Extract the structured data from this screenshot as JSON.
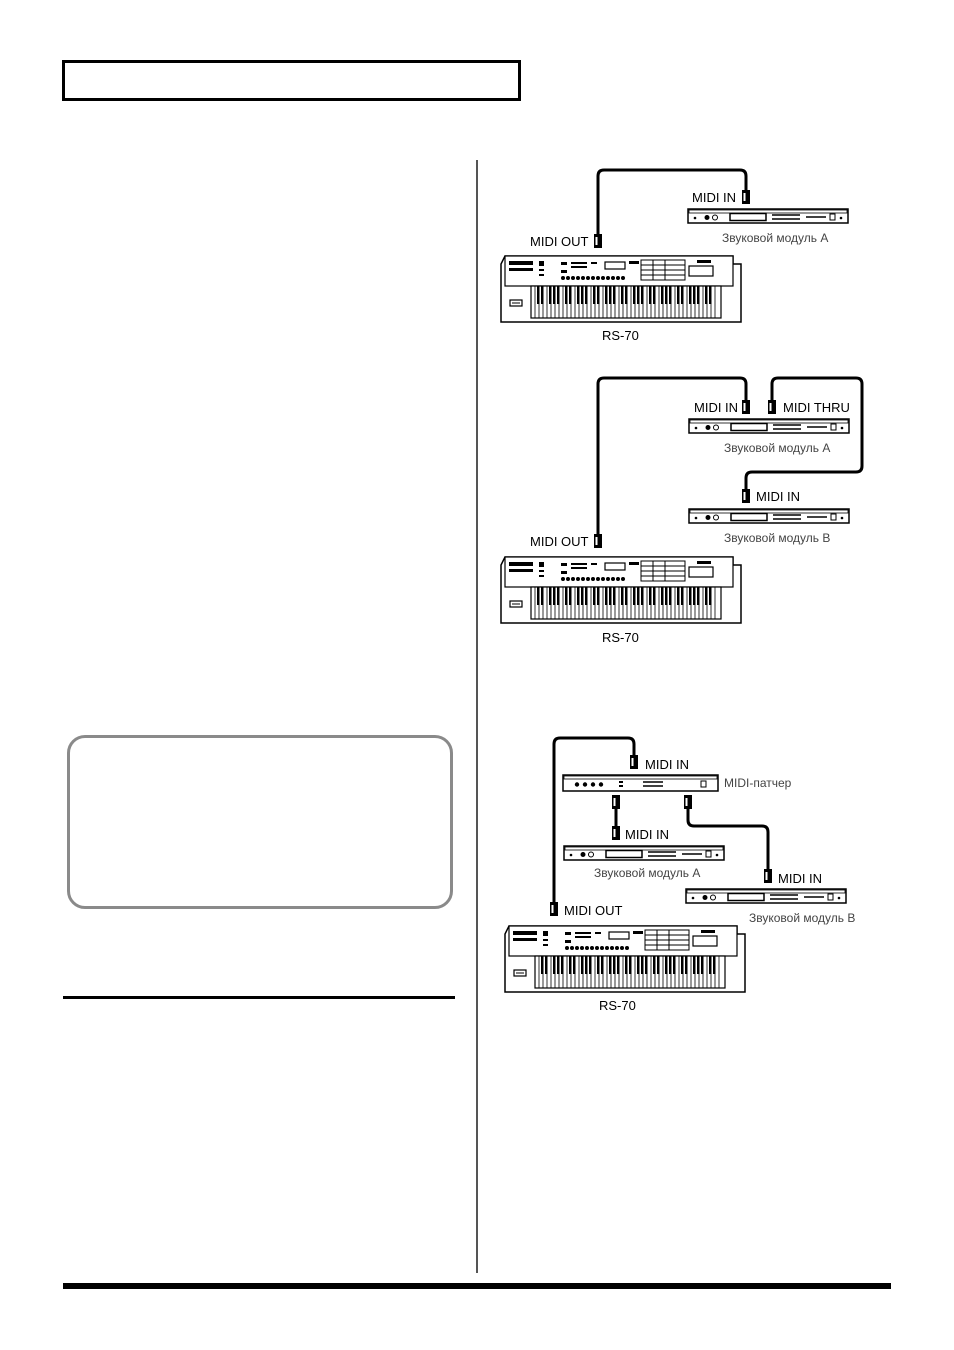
{
  "labels": {
    "midi_in": "MIDI IN",
    "midi_out": "MIDI OUT",
    "midi_thru": "MIDI THRU",
    "sound_module_a": "Звуковой модуль А",
    "sound_module_b": "Звуковой модуль В",
    "keyboard": "RS-70",
    "patcher": "MIDI-патчер"
  }
}
